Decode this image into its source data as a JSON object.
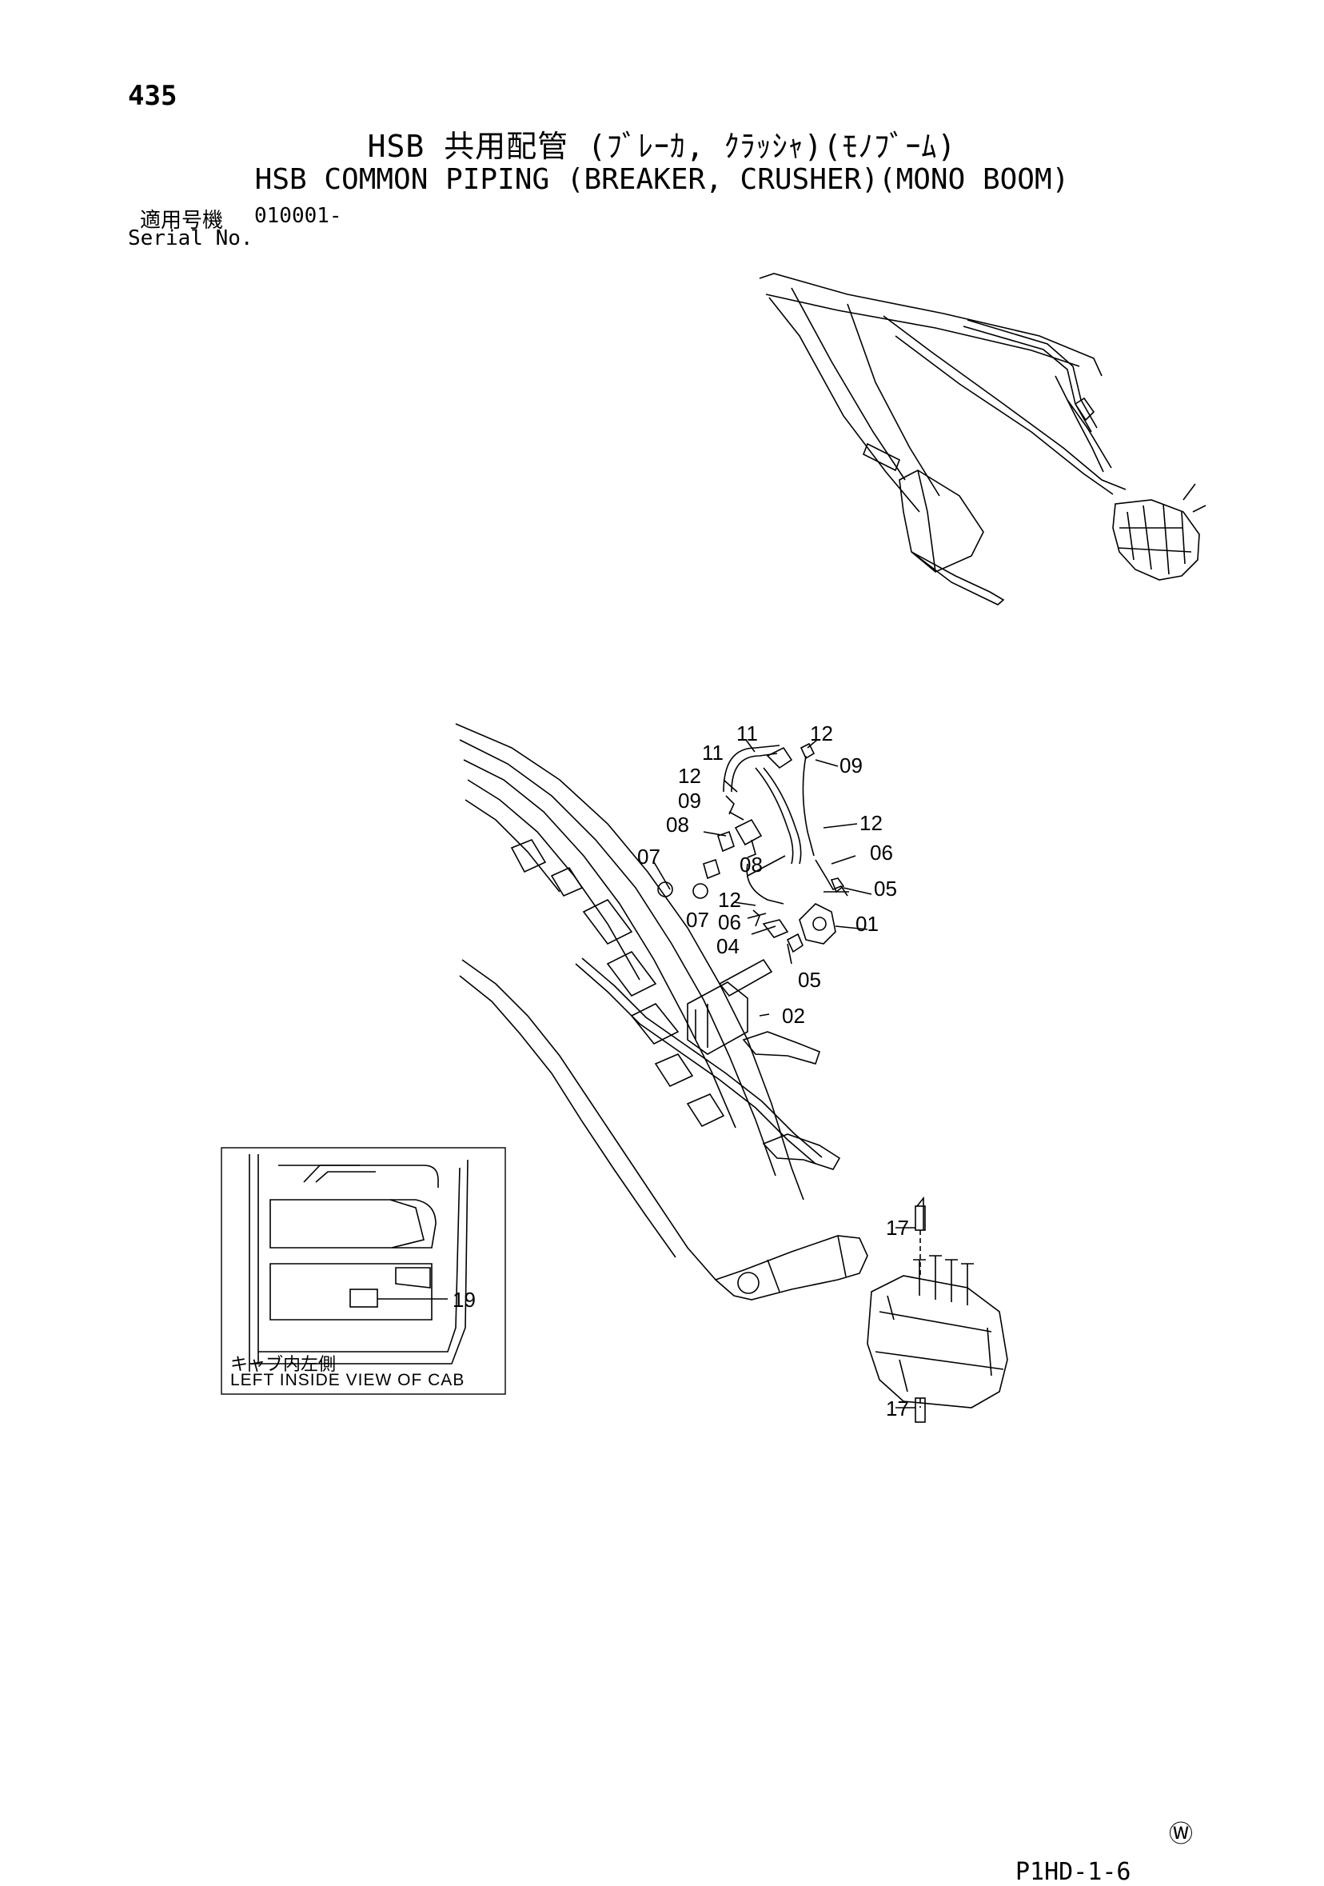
{
  "page": {
    "number": "435"
  },
  "title": {
    "jp": "HSB 共用配管 (ﾌﾞﾚｰｶ, ｸﾗｯｼｬ)(ﾓﾉﾌﾞｰﾑ)",
    "en": "HSB COMMON PIPING (BREAKER, CRUSHER)(MONO BOOM)"
  },
  "serial": {
    "label_jp": "適用号機",
    "value": "010001-",
    "label_en": "Serial No."
  },
  "callouts": {
    "c11a": "11",
    "c12a": "12",
    "c11b": "11",
    "c09a": "09",
    "c12b": "12",
    "c09b": "09",
    "c08a": "08",
    "c12c": "12",
    "c07a": "07",
    "c08b": "08",
    "c06a": "06",
    "c05a": "05",
    "c12d": "12",
    "c07b": "07",
    "c06b": "06",
    "c01": "01",
    "c04": "04",
    "c05b": "05",
    "c02": "02",
    "c17a": "17",
    "c19": "19",
    "c17b": "17"
  },
  "inset": {
    "caption_jp": "キャブ内左側",
    "caption_en": "LEFT INSIDE VIEW OF CAB"
  },
  "footer": {
    "drawing_code": "P1HD-1-6",
    "mark": "Ⓦ"
  }
}
